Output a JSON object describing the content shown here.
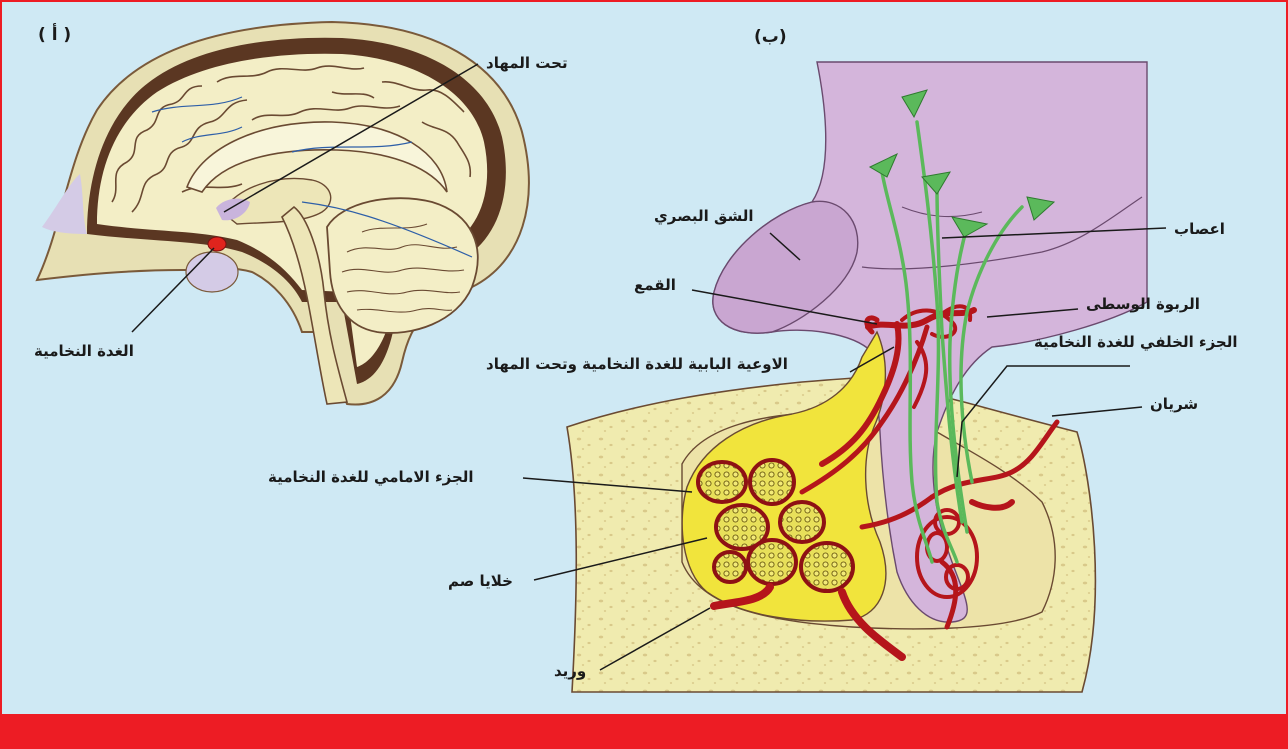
{
  "panels": {
    "a": "( أ )",
    "b": "(ب)"
  },
  "labels": {
    "hypothalamus": "تحت المهاد",
    "pituitary": "الغدة النخامية",
    "optic_chiasm": "الشق البصري",
    "nerves": "اعصاب",
    "infundibulum": "القمع",
    "median_eminence": "الربوة الوسطى",
    "posterior_pituitary": "الجزء الخلفي للغدة النخامية",
    "portal_vessels": "الاوعية البابية للغدة النخامية وتحت المهاد",
    "artery": "شريان",
    "anterior_pituitary": "الجزء الامامي للغدة النخامية",
    "endocrine_cells": "خلايا صم",
    "vein": "وريد"
  },
  "colors": {
    "background": "#CFE9F4",
    "accent_bar": "#ED1C24",
    "brain_tissue": "#F3EEC6",
    "brain_outline": "#5B3722",
    "hypothalamus_tissue": "#D4B5DB",
    "anterior_lobe": "#F1E43C",
    "bone": "#F0EBAF",
    "blood_vessels": "#B5151B",
    "nerve_fibers": "#5BB95B"
  }
}
